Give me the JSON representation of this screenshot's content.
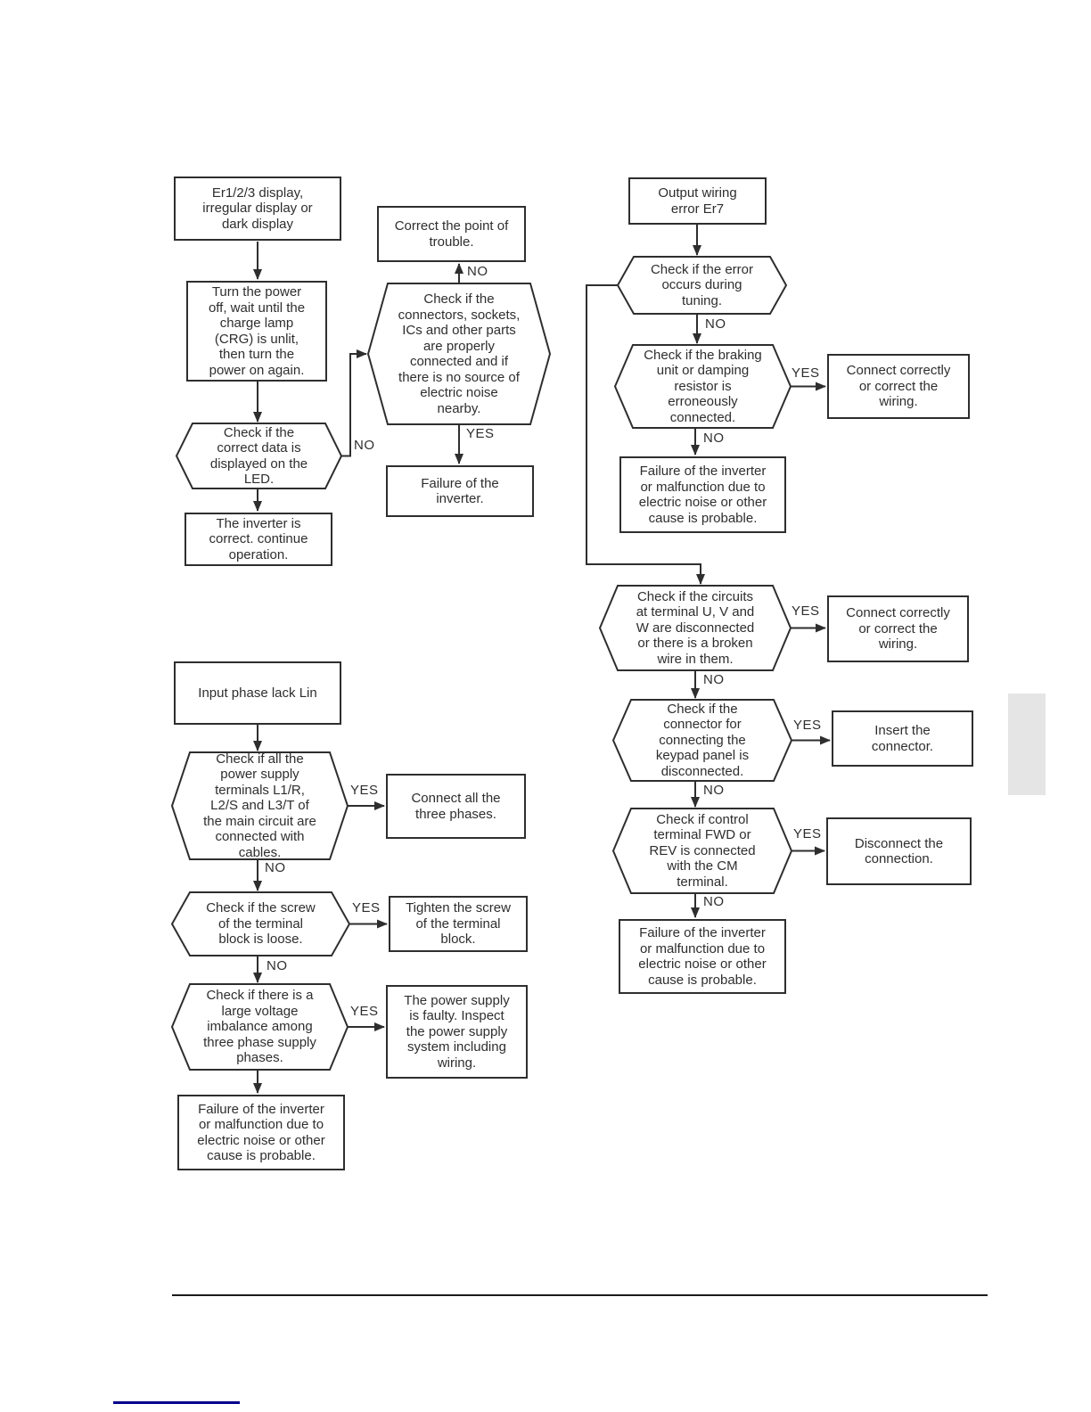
{
  "labels": {
    "yes": "YES",
    "no": "NO"
  },
  "colors": {
    "line": "#2e2e2e",
    "text": "#2e2e2e",
    "footer_rule": "#1a1a1a",
    "link_rule": "#00008b",
    "side_tab": "#e5e5e5"
  },
  "flowcharts": {
    "display": {
      "start": "Er1/2/3 display,\nirregular display or\ndark display",
      "power": "Turn the power\noff, wait until the\ncharge lamp\n(CRG) is unlit,\nthen turn the\npower on again.",
      "led": "Check if the\ncorrect data is\ndisplayed on the\nLED.",
      "ok": "The inverter is\ncorrect. continue\noperation.",
      "connectors": "Check if the\nconnectors, sockets,\nICs and other parts\nare properly\nconnected and if\nthere is no source of\nelectric noise\nnearby.",
      "correct": "Correct the point of\ntrouble.",
      "failure": "Failure of the\ninverter."
    },
    "wiring": {
      "start": "Output wiring\nerror Er7",
      "tuning": "Check if the error\noccurs during\ntuning.",
      "braking": "Check if the braking\nunit or damping\nresistor is\nerroneously\nconnected.",
      "connect1": "Connect correctly\nor correct the\nwiring.",
      "failure1": "Failure of the inverter\nor malfunction due to\nelectric noise or other\ncause is probable.",
      "circuits": "Check if the circuits\nat terminal U, V and\nW are disconnected\nor there is a broken\nwire in them.",
      "connect2": "Connect correctly\nor correct the\nwiring.",
      "keypad": "Check if the\nconnector for\nconnecting the\nkeypad panel is\ndisconnected.",
      "insert": "Insert the\nconnector.",
      "fwd": "Check if control\nterminal FWD or\nREV is connected\nwith the CM\nterminal.",
      "disconnect": "Disconnect the\nconnection.",
      "failure2": "Failure of the inverter\nor malfunction due to\nelectric noise or other\ncause is probable."
    },
    "phase": {
      "start": "Input phase lack Lin",
      "terminals": "Check if all the\npower supply\nterminals L1/R,\nL2/S and L3/T of\nthe main circuit are\nconnected with\ncables.",
      "phases": "Connect all the\nthree phases.",
      "screw": "Check if the screw\nof the terminal\nblock is loose.",
      "tighten": "Tighten the screw\nof the terminal\nblock.",
      "voltage": "Check if there is a\nlarge voltage\nimbalance among\nthree phase supply\nphases.",
      "faulty": "The power supply\nis faulty. Inspect\nthe power supply\nsystem including\nwiring.",
      "failure": "Failure of the inverter\nor malfunction due to\nelectric noise or other\ncause is probable."
    }
  }
}
